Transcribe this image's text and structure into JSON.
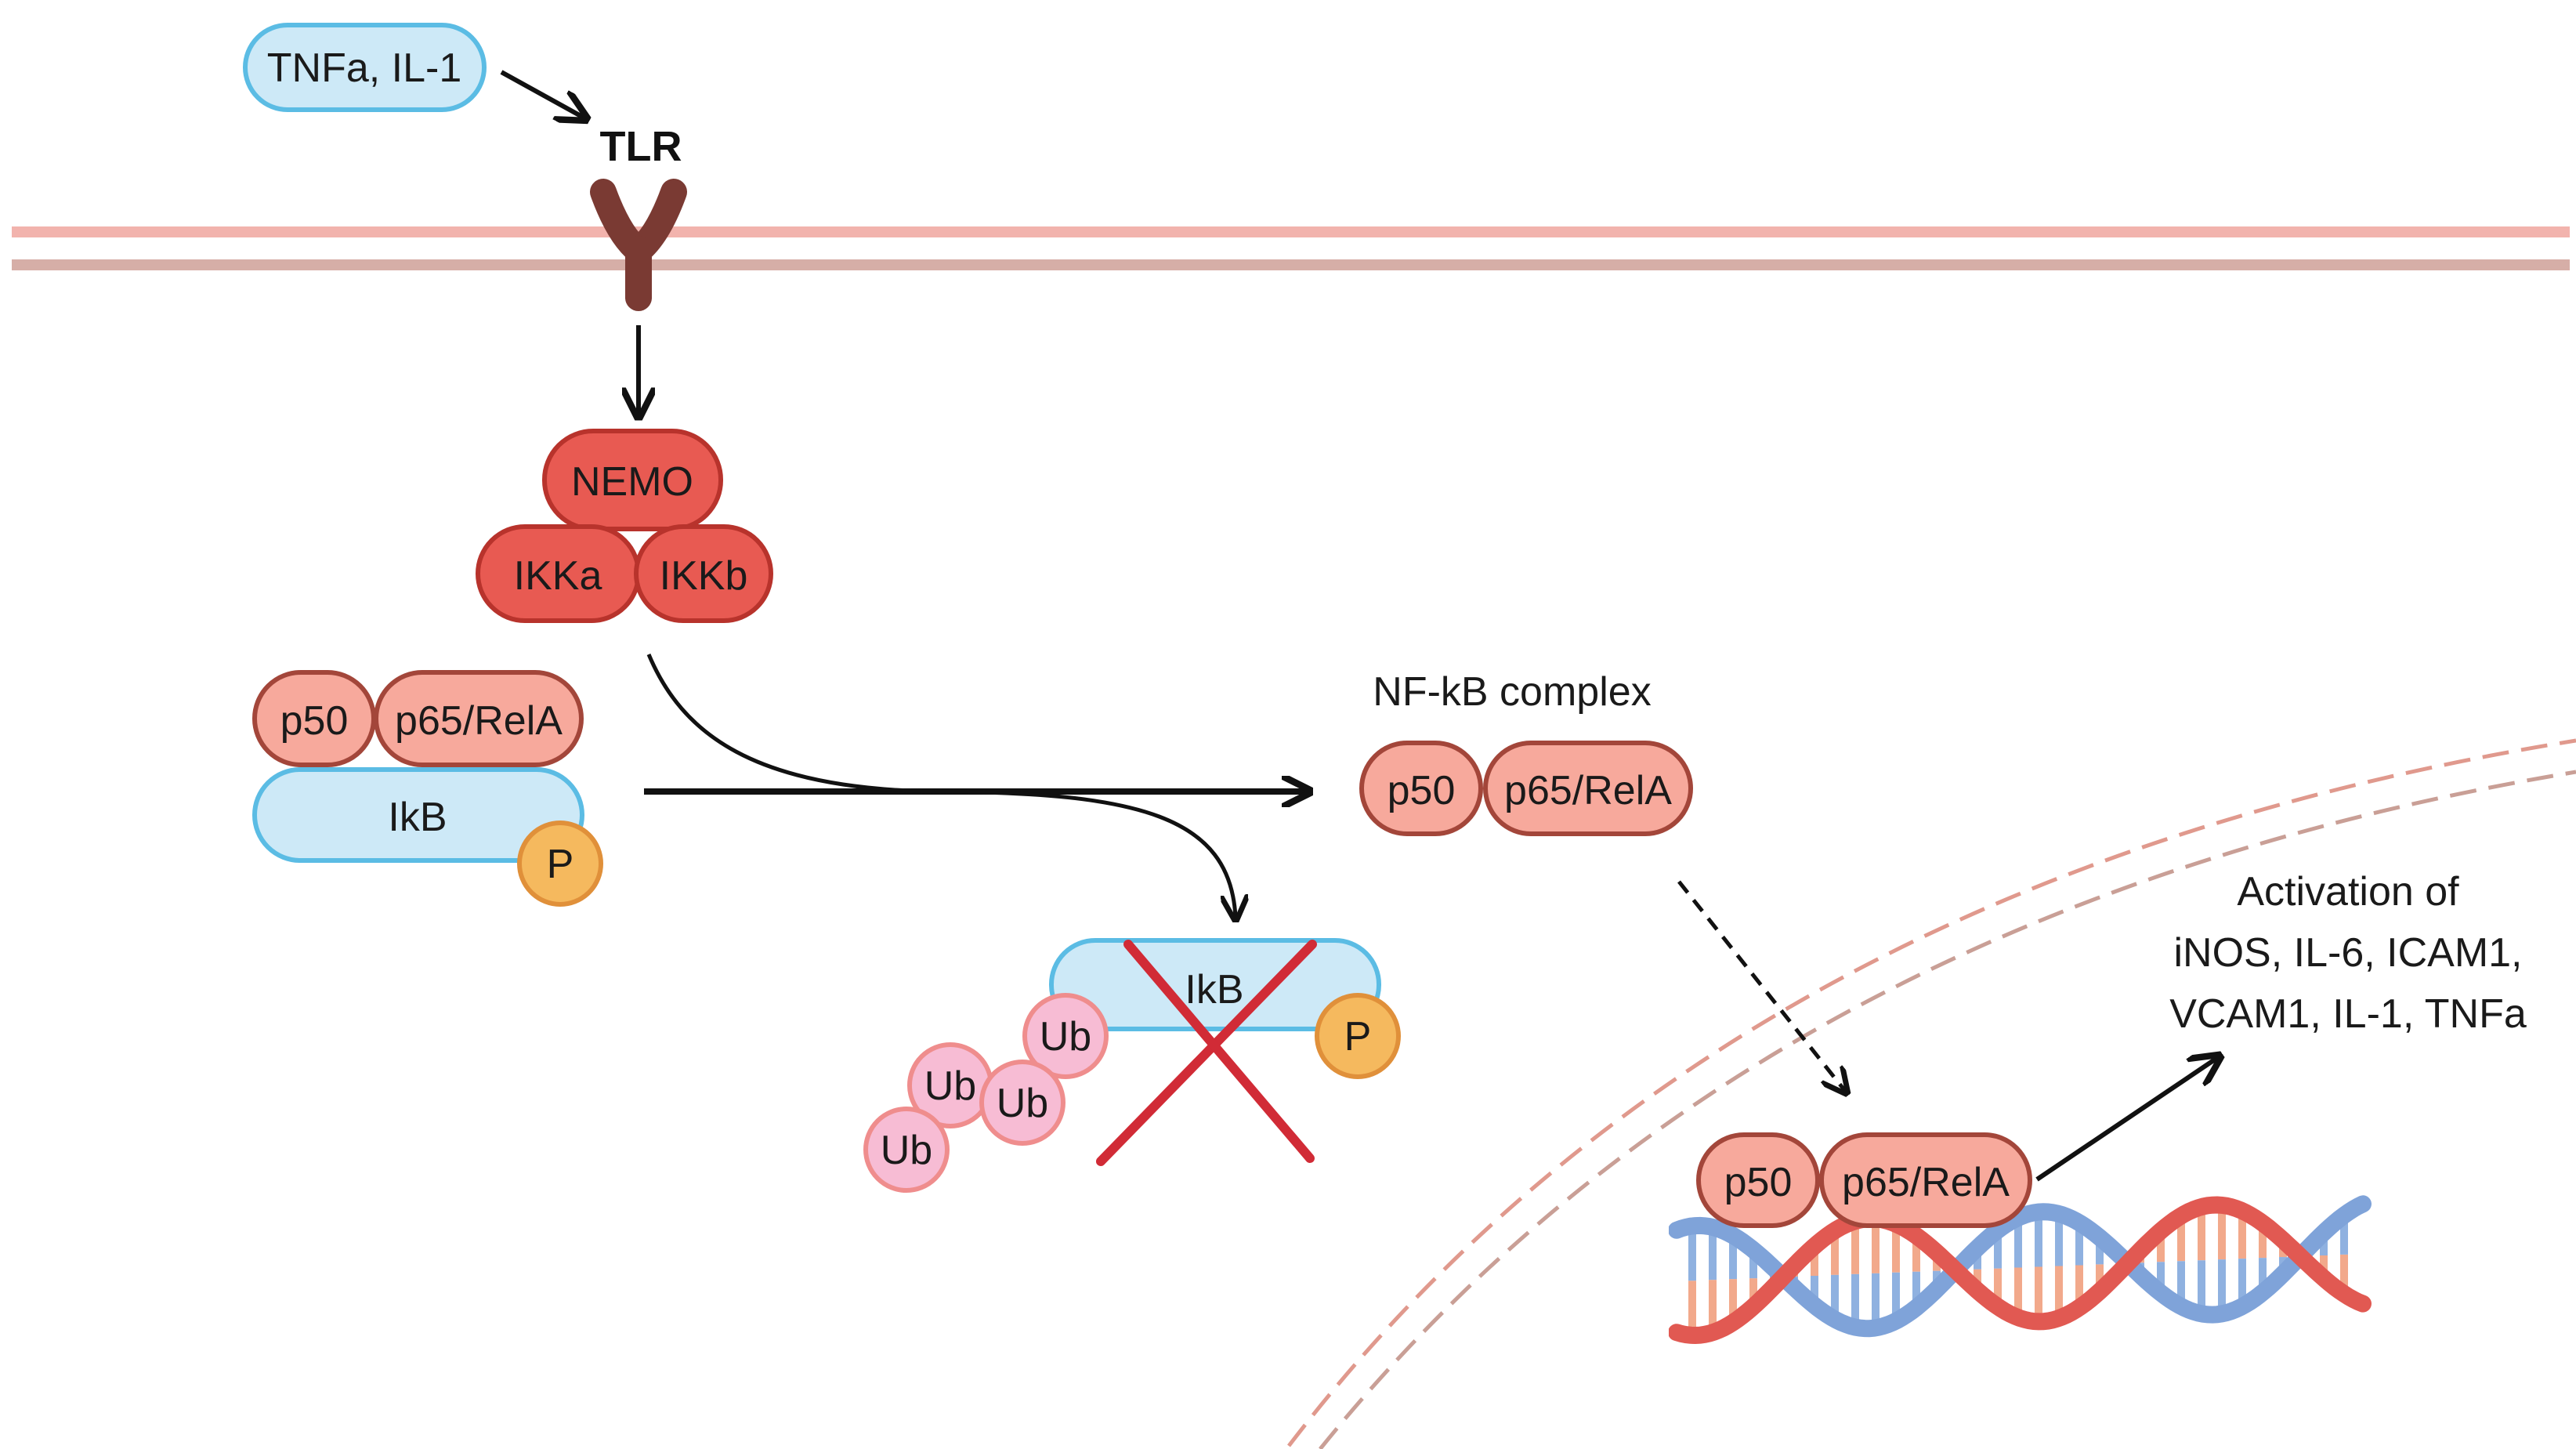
{
  "ligand": {
    "label": "TNFa, IL-1"
  },
  "receptor": {
    "label": "TLR"
  },
  "ikk_complex": {
    "nemo": "NEMO",
    "ikka": "IKKa",
    "ikkb": "IKKb"
  },
  "inactive_complex": {
    "p50": "p50",
    "p65": "p65/RelA",
    "ikb": "IkB",
    "phospho": "P"
  },
  "degraded_ikb": {
    "ikb": "IkB",
    "phospho": "P",
    "ub": [
      "Ub",
      "Ub",
      "Ub",
      "Ub"
    ]
  },
  "nfkb_complex": {
    "title": "NF-kB complex",
    "p50": "p50",
    "p65": "p65/RelA"
  },
  "nuclear_complex": {
    "p50": "p50",
    "p65": "p65/RelA"
  },
  "activation": {
    "line1": "Activation of",
    "line2": "iNOS, IL-6, ICAM1,",
    "line3": "VCAM1, IL-1, TNFa"
  },
  "colors": {
    "ligand_fill": "#cde9f7",
    "ligand_stroke": "#5bbce4",
    "ikk_fill": "#e85a52",
    "ikk_stroke": "#b8332c",
    "nfkb_fill": "#f7a99c",
    "nfkb_stroke": "#a3463a",
    "phospho_fill": "#f5b95e",
    "phospho_stroke": "#e0903a",
    "ub_fill": "#f7bcd4",
    "ub_stroke": "#ef8d8d",
    "receptor": "#7a3a33",
    "membrane_outer": "#f2b3ad",
    "membrane_inner": "#d6aea7",
    "cross": "#d12b36",
    "dna_red": "#e15952",
    "dna_blue": "#7fa3d9"
  }
}
